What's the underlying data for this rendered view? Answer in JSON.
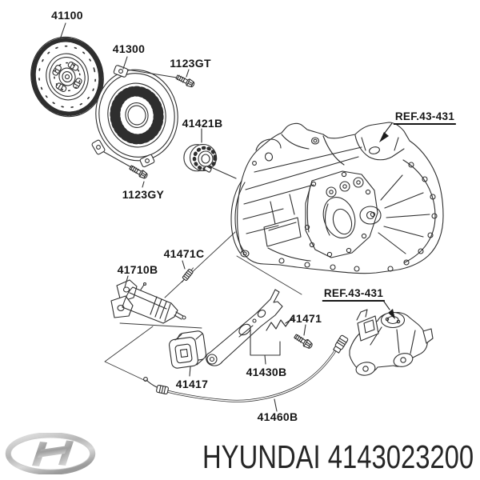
{
  "diagram": {
    "part_labels": {
      "p41100": "41100",
      "p41300": "41300",
      "p1123GT": "1123GT",
      "p41421B": "41421B",
      "ref_top": "REF.43-431",
      "p1123GY": "1123GY",
      "p41471C": "41471C",
      "p41710B": "41710B",
      "ref_bottom": "REF.43-431",
      "p41471": "41471",
      "p41417": "41417",
      "p41430B": "41430B",
      "p41460B": "41460B"
    }
  },
  "footer": {
    "brand": "HYUNDAI",
    "part_number": "4143023200",
    "logo_icon": "hyundai-logo"
  },
  "colors": {
    "background": "#ffffff",
    "line": "#2e2e2e",
    "text": "#161616",
    "logo_silver": "#c2c2c2"
  }
}
